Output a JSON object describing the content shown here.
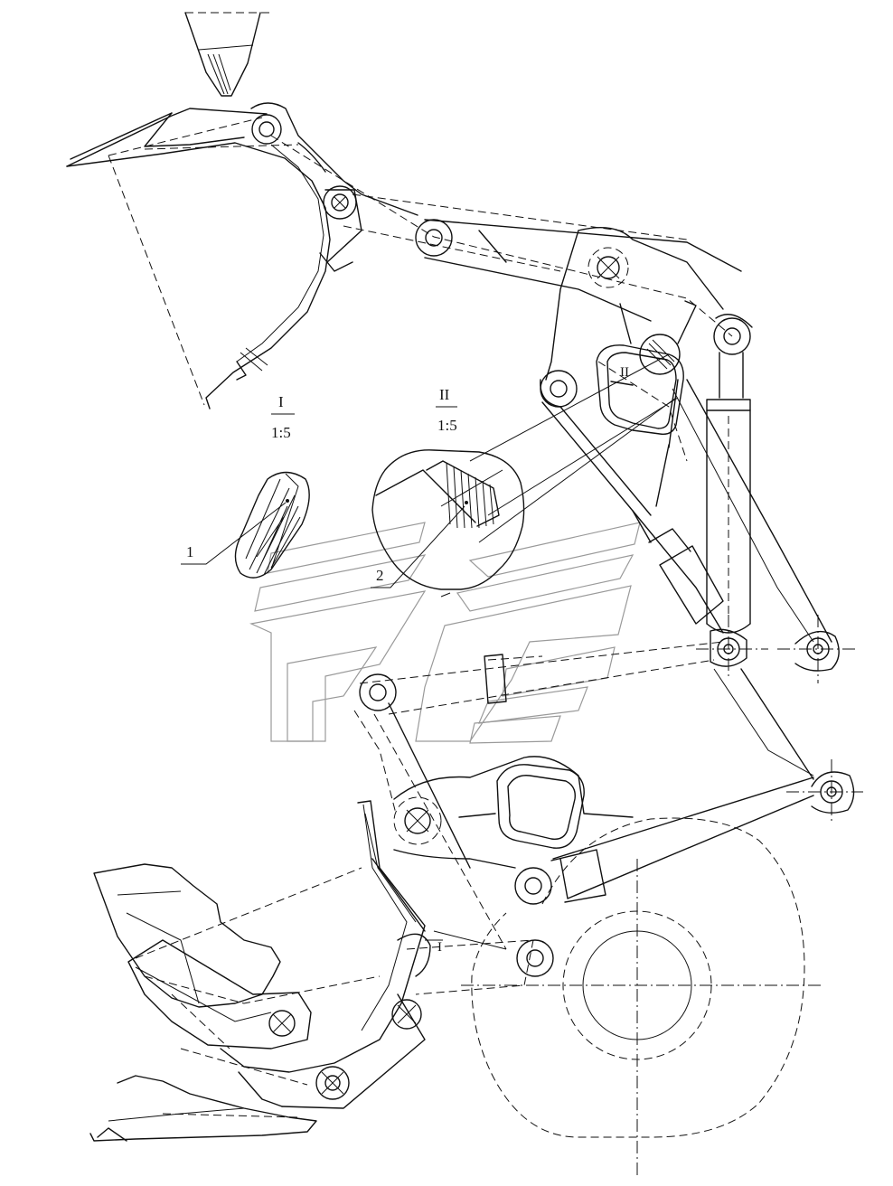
{
  "labels": {
    "detail_i_roman": "I",
    "detail_i_scale": "1:5",
    "detail_ii_roman": "II",
    "detail_ii_scale": "1:5",
    "callout_1": "1",
    "callout_2": "2",
    "marker_ii_on_frame": "II",
    "marker_i_on_bucket": "I"
  },
  "icons": {
    "watermark": "stylized-parts-catalog-logo",
    "pivot": "pin-circle-icon",
    "hatched_pivot": "hatched-pin-icon"
  },
  "colors": {
    "line": "#111111",
    "watermark": "#9a9a9a",
    "background": "#ffffff"
  }
}
